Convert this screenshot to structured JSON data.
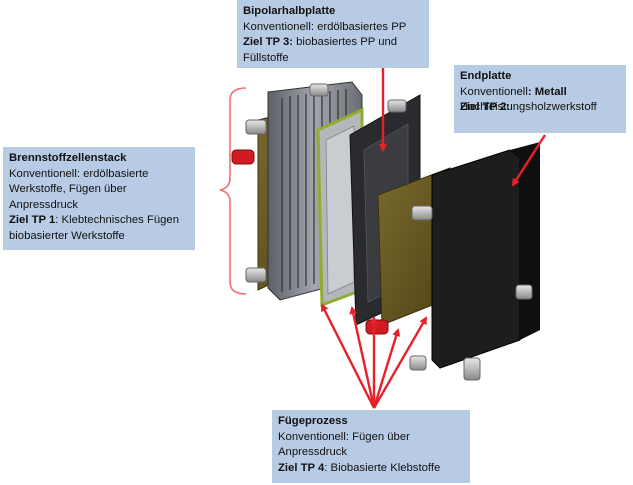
{
  "labels": {
    "bipolar": {
      "title": "Bipolarhalbplatte",
      "line1": "Konventionell: erdölbasiertes PP",
      "goal_label": "Ziel TP 3:",
      "goal_text": " biobasiertes PP und Füllstoffe"
    },
    "endplatte": {
      "title": "Endplatte",
      "line1_prefix": "Konventionell",
      "line1_rest": ": Metall",
      "goal_label": "Ziel TP 2:",
      "goal_text": "Hochleistungsholzwerkstoff"
    },
    "stack": {
      "title": "Brennstoffzellenstack",
      "line1": "Konventionell: erdölbasierte Werkstoffe, Fügen über Anpressdruck",
      "goal_label": "Ziel TP 1",
      "goal_text": ": Klebtechnisches Fügen biobasierter Werkstoffe"
    },
    "fuege": {
      "title": "Fügeprozess",
      "line1": "Konventionell: Fügen über Anpressdruck",
      "goal_label": "Ziel TP 4",
      "goal_text": ": Biobasierte Klebstoffe"
    }
  },
  "colors": {
    "box_fill": "#b8cbe4",
    "arrow": "#e8202a",
    "bracket": "#f07070",
    "gasket": "#6b5a22",
    "plate_dark": "#1d1d1f",
    "stack_grey": "#7a7d82"
  }
}
